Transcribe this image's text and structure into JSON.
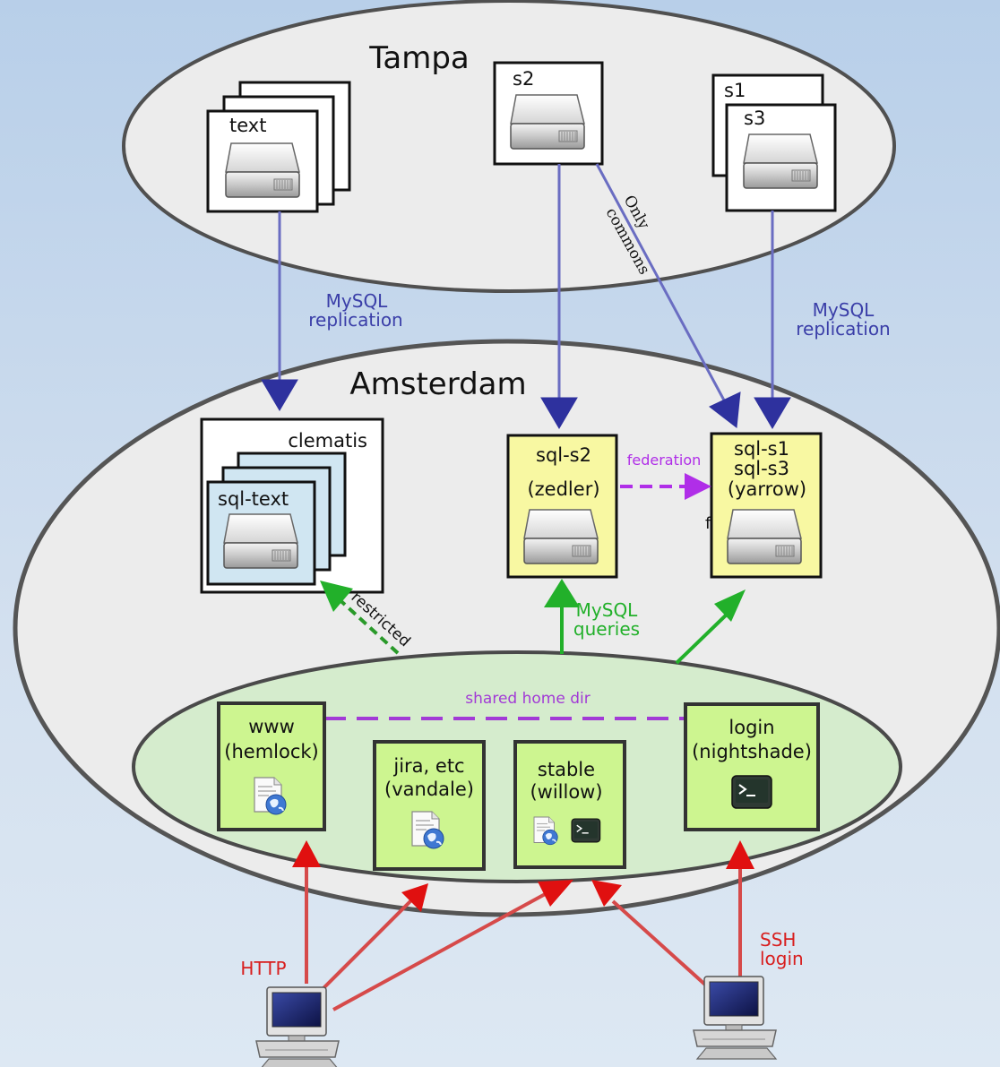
{
  "regions": {
    "tampa": "Tampa",
    "amsterdam": "Amsterdam"
  },
  "tampa_servers": {
    "text": "text",
    "s2": "s2",
    "s1": "s1",
    "s3": "s3"
  },
  "amsterdam_servers": {
    "clematis": "clematis",
    "sql_text": "sql-text",
    "sql_s2_name": "sql-s2",
    "sql_s2_host": "(zedler)",
    "yarrow_line1": "sql-s1",
    "yarrow_line2": "sql-s3",
    "yarrow_host": "(yarrow)",
    "stray_glyph": "f"
  },
  "hosts": {
    "www_line1": "www",
    "www_line2": "(hemlock)",
    "jira_line1": "jira, etc",
    "jira_line2": "(vandale)",
    "stable_line1": "stable",
    "stable_line2": "(willow)",
    "login_line1": "login",
    "login_line2": "(nightshade)"
  },
  "edge_labels": {
    "mysql_replication_left_1": "MySQL",
    "mysql_replication_left_2": "replication",
    "mysql_replication_right_1": "MySQL",
    "mysql_replication_right_2": "replication",
    "only_commons_1": "Only",
    "only_commons_2": "commons",
    "federation": "federation",
    "restricted": "restricted",
    "mysql_queries_1": "MySQL",
    "mysql_queries_2": "queries",
    "shared_home_dir": "shared home dir",
    "http": "HTTP",
    "ssh_1": "SSH",
    "ssh_2": "login"
  },
  "colors": {
    "replication": "#3a3ea8",
    "federation": "#b02ee8",
    "queries": "#22b02a",
    "http": "#d81e1e",
    "server_yellow": "#f8f8a2",
    "server_blue": "#d0e6f2",
    "host_green": "#cdf590"
  },
  "icons": [
    "hard-drive-icon",
    "web-page-icon",
    "terminal-icon",
    "desktop-computer-icon"
  ]
}
